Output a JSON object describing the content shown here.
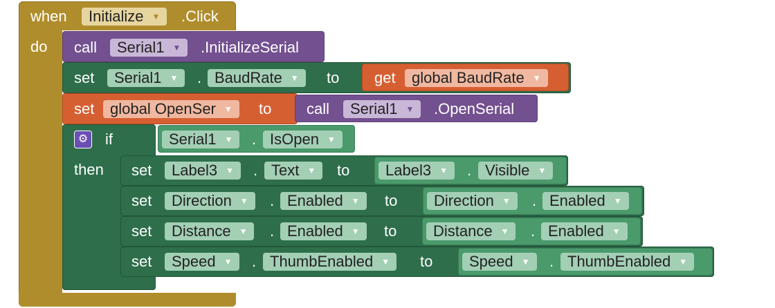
{
  "event": {
    "when": "when",
    "component": "Initialize",
    "event_name": ".Click",
    "do": "do"
  },
  "kw": {
    "call": "call",
    "set": "set",
    "to": "to",
    "get": "get",
    "dot": ".",
    "if": "if",
    "then": "then"
  },
  "rows": {
    "r1": {
      "component": "Serial1",
      "method": ".InitializeSerial"
    },
    "r2": {
      "component": "Serial1",
      "property": "BaudRate",
      "value": "global BaudRate"
    },
    "r3": {
      "variable": "global OpenSer",
      "component": "Serial1",
      "method": ".OpenSerial"
    },
    "r4": {
      "component": "Serial1",
      "property": "IsOpen"
    },
    "r5": {
      "lcomp": "Label3",
      "lprop": "Text",
      "rcomp": "Label3",
      "rprop": "Visible"
    },
    "r6": {
      "lcomp": "Direction",
      "lprop": "Enabled",
      "rcomp": "Direction",
      "rprop": "Enabled"
    },
    "r7": {
      "lcomp": "Distance",
      "lprop": "Enabled",
      "rcomp": "Distance",
      "rprop": "Enabled"
    },
    "r8": {
      "lcomp": "Speed",
      "lprop": "ThumbEnabled",
      "rcomp": "Speed",
      "rprop": "ThumbEnabled"
    }
  },
  "icons": {
    "dropdown": "▼",
    "gear": "⚙"
  },
  "colors": {
    "event": "#b08d2c",
    "procedure": "#73508f",
    "component_setter": "#2e6e4b",
    "component_getter": "#4a9a6c",
    "variable": "#d65f32"
  }
}
